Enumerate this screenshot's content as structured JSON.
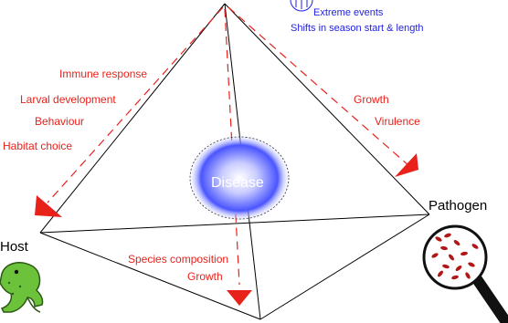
{
  "vertices": {
    "host": "Host",
    "pathogen": "Pathogen"
  },
  "center": {
    "label": "Disease"
  },
  "environment_effects": [
    "Extreme events",
    "Shifts in season start & length"
  ],
  "host_effects": [
    "Immune response",
    "Larval development",
    "Behaviour",
    "Habitat choice"
  ],
  "pathogen_effects": [
    "Growth",
    "Virulence"
  ],
  "community_effects": [
    "Species composition",
    "Growth"
  ],
  "colors": {
    "effect_text": "#e8211b",
    "arrow": "#e8211b",
    "environment_text": "#1f1fe0",
    "edge": "#000000",
    "disease_glow": "#2f3cff",
    "frog": "#6cc23a",
    "magnifier_handle": "#111111",
    "pathogen_cells": "#b01818"
  },
  "icons": [
    "sun-icon",
    "frog-icon",
    "magnifying-glass-icon"
  ]
}
